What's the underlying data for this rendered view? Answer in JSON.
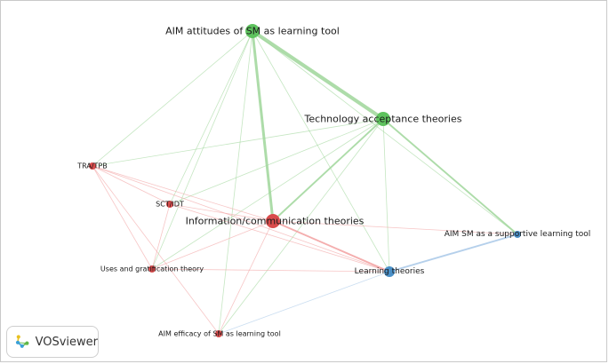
{
  "network": {
    "nodes": [
      {
        "id": "aim_att",
        "label": "AIM attitudes of SM as learning tool",
        "cluster": "green",
        "weight": 3
      },
      {
        "id": "tech",
        "label": "Technology acceptance theories",
        "cluster": "green",
        "weight": 3
      },
      {
        "id": "tra",
        "label": "TRA/TPB",
        "cluster": "red",
        "weight": 1
      },
      {
        "id": "sct",
        "label": "SCT/IDT",
        "cluster": "red",
        "weight": 1
      },
      {
        "id": "info",
        "label": "Information/communication theories",
        "cluster": "red",
        "weight": 3
      },
      {
        "id": "aim_sup",
        "label": "AIM SM as a supportive learning tool",
        "cluster": "blue",
        "weight": 1
      },
      {
        "id": "uses",
        "label": "Uses and gratification theory",
        "cluster": "red",
        "weight": 1
      },
      {
        "id": "learn",
        "label": "Learning theories",
        "cluster": "blue",
        "weight": 2
      },
      {
        "id": "aim_eff",
        "label": "AIM efficacy of SM as learning tool",
        "cluster": "red",
        "weight": 1
      }
    ],
    "links": [
      [
        "aim_att",
        "tech",
        4
      ],
      [
        "aim_att",
        "info",
        3
      ],
      [
        "aim_att",
        "tra",
        1
      ],
      [
        "aim_att",
        "sct",
        1
      ],
      [
        "aim_att",
        "uses",
        1
      ],
      [
        "aim_att",
        "learn",
        1
      ],
      [
        "aim_att",
        "aim_sup",
        1
      ],
      [
        "aim_att",
        "aim_eff",
        1
      ],
      [
        "tech",
        "info",
        2
      ],
      [
        "tech",
        "tra",
        1
      ],
      [
        "tech",
        "sct",
        1
      ],
      [
        "tech",
        "uses",
        1
      ],
      [
        "tech",
        "learn",
        1
      ],
      [
        "tech",
        "aim_sup",
        2
      ],
      [
        "tech",
        "aim_eff",
        1
      ],
      [
        "tra",
        "sct",
        1
      ],
      [
        "tra",
        "info",
        1
      ],
      [
        "tra",
        "uses",
        1
      ],
      [
        "tra",
        "aim_eff",
        1
      ],
      [
        "tra",
        "learn",
        1
      ],
      [
        "sct",
        "info",
        1
      ],
      [
        "sct",
        "uses",
        1
      ],
      [
        "sct",
        "learn",
        1
      ],
      [
        "info",
        "aim_sup",
        1
      ],
      [
        "info",
        "learn",
        2
      ],
      [
        "info",
        "uses",
        1
      ],
      [
        "info",
        "aim_eff",
        1
      ],
      [
        "uses",
        "learn",
        1
      ],
      [
        "learn",
        "aim_sup",
        2
      ],
      [
        "learn",
        "aim_eff",
        1
      ]
    ]
  },
  "colors": {
    "green": "#5ec25e",
    "red": "#d94c4c",
    "blue": "#4a90c8",
    "green_link": "#9fd69a",
    "red_link": "#f2a0a0",
    "blue_link": "#a8c8e8"
  },
  "branding": {
    "name": "VOSviewer",
    "icon": "vosviewer-logo-icon"
  }
}
